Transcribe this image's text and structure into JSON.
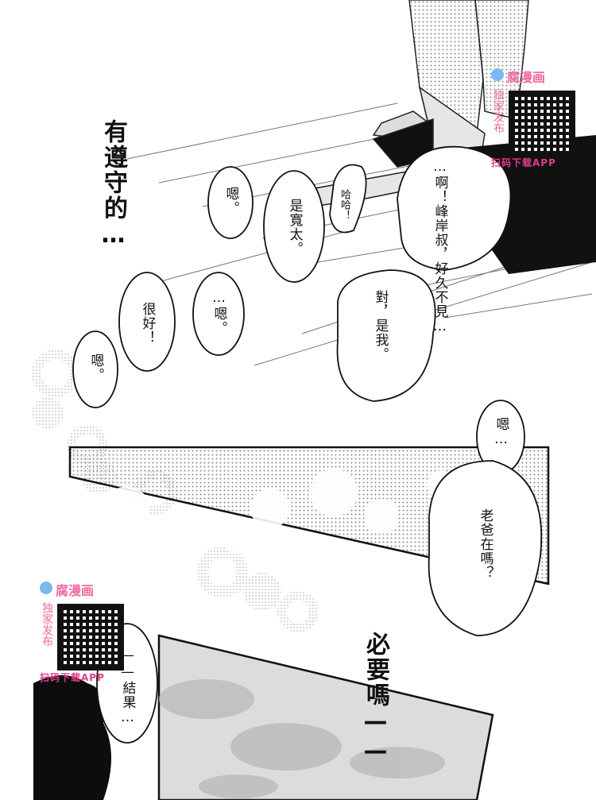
{
  "narration": {
    "top_left": "有遵守的…",
    "bottom_center": "必要嗎——"
  },
  "bubbles": [
    {
      "id": "en1",
      "text": "嗯。"
    },
    {
      "id": "shi",
      "text": "是寬太。"
    },
    {
      "id": "haha",
      "text": "哈哈！"
    },
    {
      "id": "a",
      "text": "…啊！峰岸叔，好久不見…"
    },
    {
      "id": "hen",
      "text": "…嗯。"
    },
    {
      "id": "henhao",
      "text": "很好！"
    },
    {
      "id": "en2",
      "text": "嗯。"
    },
    {
      "id": "dui",
      "text": "對，是我。"
    },
    {
      "id": "en3",
      "text": "嗯…"
    },
    {
      "id": "laoba",
      "text": "老爸在嗎？"
    },
    {
      "id": "jieguo",
      "text": "——結果…"
    }
  ],
  "watermark": {
    "brand": "腐漫画",
    "side_text": "独家发布",
    "download": "扫码下载APP"
  }
}
